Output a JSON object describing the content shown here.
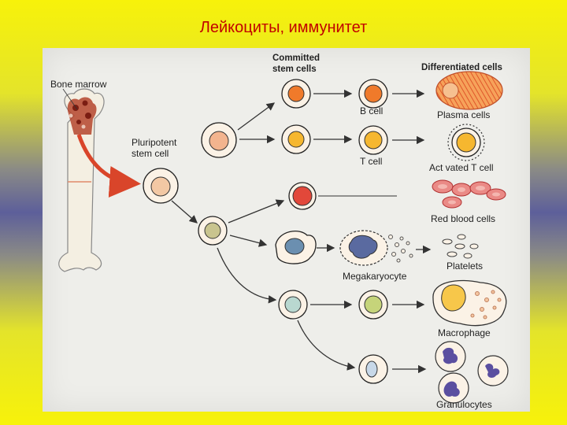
{
  "title": "Лейкоциты, иммунитет",
  "headers": {
    "committed_line1": "Committed",
    "committed_line2": "stem cells",
    "differentiated": "Differentiated cells"
  },
  "labels": {
    "bone_marrow": "Bone marrow",
    "pluripotent_line1": "Pluripotent",
    "pluripotent_line2": "stem cell",
    "b_cell": "B cell",
    "t_cell": "T cell",
    "plasma_cells": "Plasma cells",
    "activated_t_cell": "Act vated T cell",
    "red_blood_cells": "Red blood cells",
    "megakaryocyte": "Megakaryocyte",
    "platelets": "Platelets",
    "macrophage": "Macrophage",
    "granulocytes": "Granulocytes"
  },
  "colors": {
    "title": "#c10000",
    "arrow_red": "#d9452a",
    "b_cell_nucleus": "#f07a2a",
    "t_cell_nucleus": "#f6b72f",
    "rbc": "#e2483a",
    "pluripotent_nucleus": "#f3b48e",
    "myeloid_nucleus": "#c9c48e",
    "megakaryocyte_nucleus": "#6b8fb0",
    "monocyte_nucleus": "#b9d8d0",
    "granulocyte_nucleus": "#5b4fa0"
  }
}
